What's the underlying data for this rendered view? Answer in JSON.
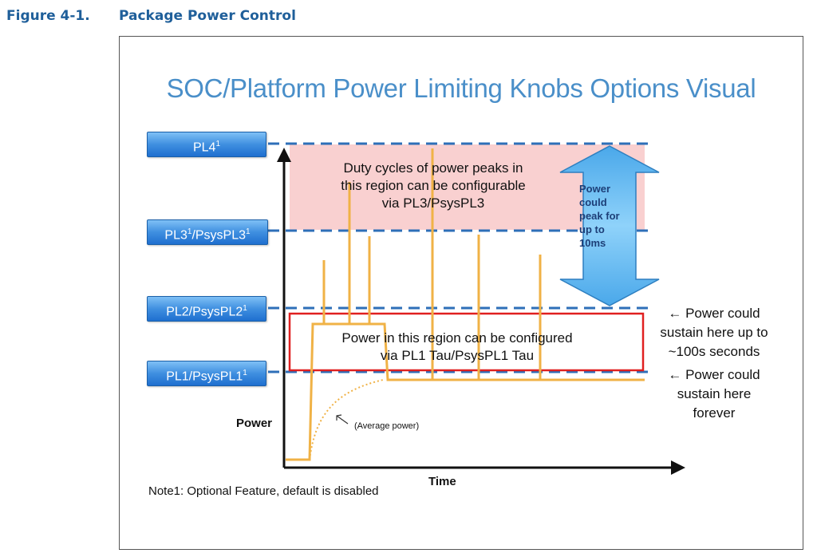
{
  "figure": {
    "number": "Figure 4-1.",
    "title": "Package Power Control"
  },
  "slide_title": "SOC/Platform Power Limiting Knobs Options Visual",
  "power_levels": [
    {
      "base": "PL4",
      "sup": "1",
      "suffix": ""
    },
    {
      "base": "PL3",
      "sup": "1",
      "suffix": "/PsysPL3",
      "sup2": "1"
    },
    {
      "base": "PL2/PsysPL2",
      "sup": "1",
      "suffix": ""
    },
    {
      "base": "PL1/PsysPL1",
      "sup": "1",
      "suffix": ""
    }
  ],
  "regions": {
    "pl3_region": [
      "Duty cycles of power peaks in",
      "this region can be configurable",
      "via PL3/PsysPL3"
    ],
    "pl1_region": [
      "Power in this region can be configured",
      "via PL1 Tau/PsysPL1 Tau"
    ]
  },
  "peak_arrow_label": "Power could peak for up to 10ms",
  "side_notes": {
    "pl2": [
      "← Power could",
      "sustain here up to",
      "~100s seconds"
    ],
    "pl1": [
      "← Power could",
      "sustain here",
      "forever"
    ]
  },
  "axes": {
    "y_label": "Power",
    "x_label": "Time"
  },
  "average_power_label": "(Average power)",
  "note": "Note1: Optional Feature, default is disabled",
  "colors": {
    "caption": "#1f5f9a",
    "title": "#4a8fc9",
    "pl_box": "#3f8fe0",
    "dashed_line": "#2e6fb8",
    "pl3_region_fill": "#f9d0d0",
    "pl1_region_border": "#e02020",
    "power_trace": "#f0b246",
    "peak_arrow": "#56b3ee"
  },
  "icons": {
    "peak_arrow": "double-headed-arrow-icon",
    "pointer_arrow": "pointer-arrow-icon"
  }
}
